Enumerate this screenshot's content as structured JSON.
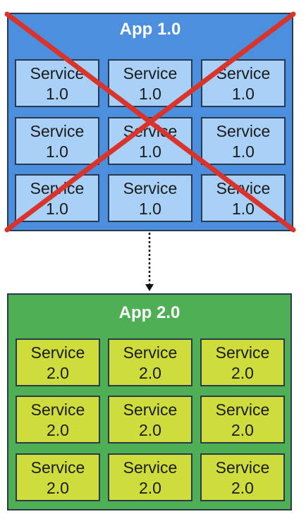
{
  "colors": {
    "old_app_fill": "#4b8fde",
    "old_service_fill": "#a9d1f7",
    "new_app_fill": "#4faf54",
    "new_service_fill": "#cedd3c",
    "cross": "#d9342b",
    "border": "#2b3a4a"
  },
  "old_app": {
    "title": "App 1.0",
    "crossed_out": true,
    "services": [
      {
        "label": "Service",
        "version": "1.0"
      },
      {
        "label": "Service",
        "version": "1.0"
      },
      {
        "label": "Service",
        "version": "1.0"
      },
      {
        "label": "Service",
        "version": "1.0"
      },
      {
        "label": "Service",
        "version": "1.0"
      },
      {
        "label": "Service",
        "version": "1.0"
      },
      {
        "label": "Service",
        "version": "1.0"
      },
      {
        "label": "Service",
        "version": "1.0"
      },
      {
        "label": "Service",
        "version": "1.0"
      }
    ]
  },
  "new_app": {
    "title": "App 2.0",
    "services": [
      {
        "label": "Service",
        "version": "2.0"
      },
      {
        "label": "Service",
        "version": "2.0"
      },
      {
        "label": "Service",
        "version": "2.0"
      },
      {
        "label": "Service",
        "version": "2.0"
      },
      {
        "label": "Service",
        "version": "2.0"
      },
      {
        "label": "Service",
        "version": "2.0"
      },
      {
        "label": "Service",
        "version": "2.0"
      },
      {
        "label": "Service",
        "version": "2.0"
      },
      {
        "label": "Service",
        "version": "2.0"
      }
    ]
  },
  "connector": {
    "style": "dotted",
    "direction": "down"
  }
}
